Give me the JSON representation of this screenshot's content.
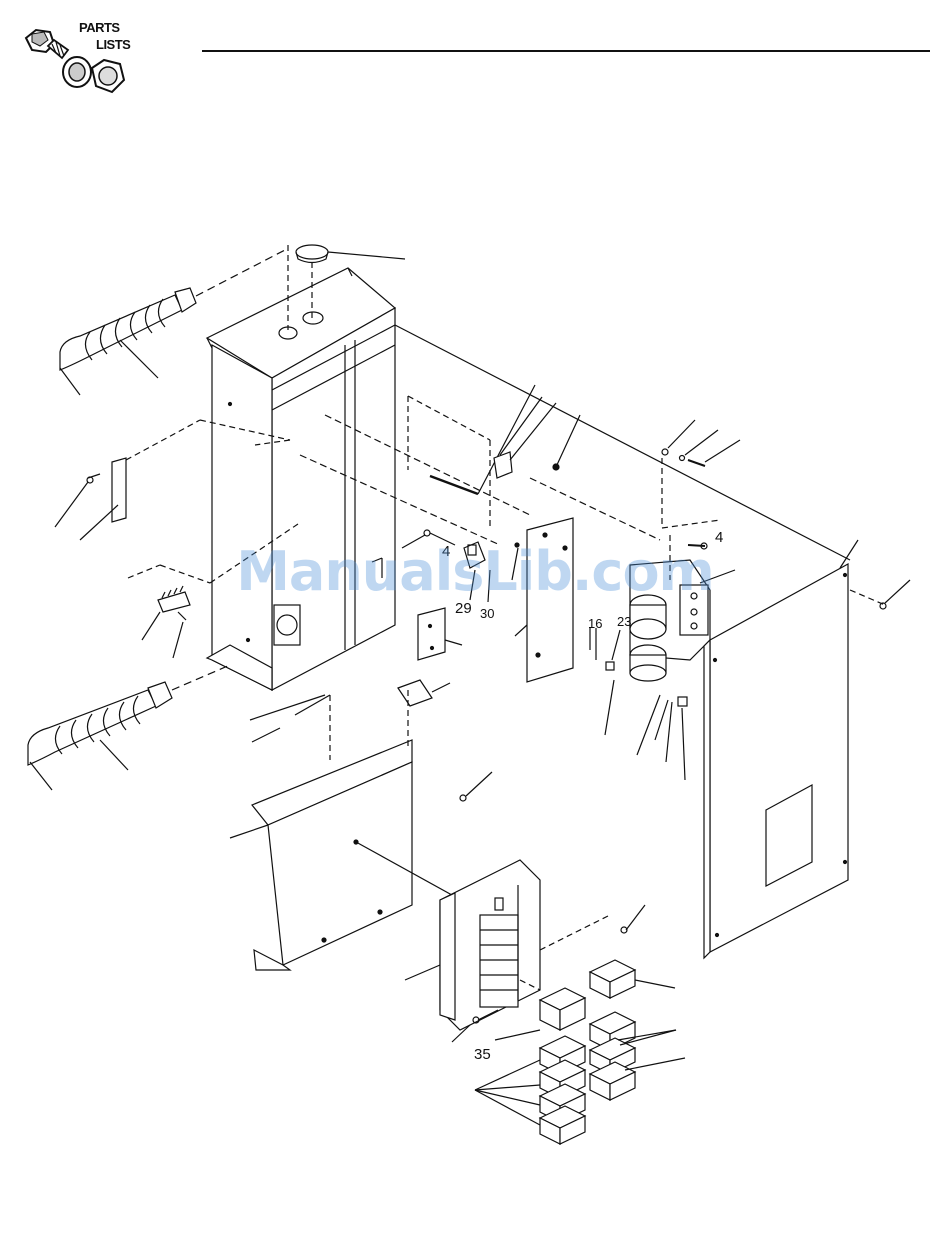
{
  "header": {
    "logo_line1": "PARTS",
    "logo_line2": "LISTS",
    "logo_icon": "bolt-washer-nut-icon"
  },
  "watermark": {
    "text": "ManualsLib.com"
  },
  "callouts": [
    {
      "id": "c4",
      "label": "4"
    },
    {
      "id": "c4b",
      "label": "4"
    },
    {
      "id": "c16",
      "label": "16"
    },
    {
      "id": "c23",
      "label": "23"
    },
    {
      "id": "c29",
      "label": "29"
    },
    {
      "id": "c30",
      "label": "30"
    },
    {
      "id": "c35",
      "label": "35"
    }
  ],
  "colors": {
    "line": "#111111",
    "watermark": "#4a8fd8"
  }
}
